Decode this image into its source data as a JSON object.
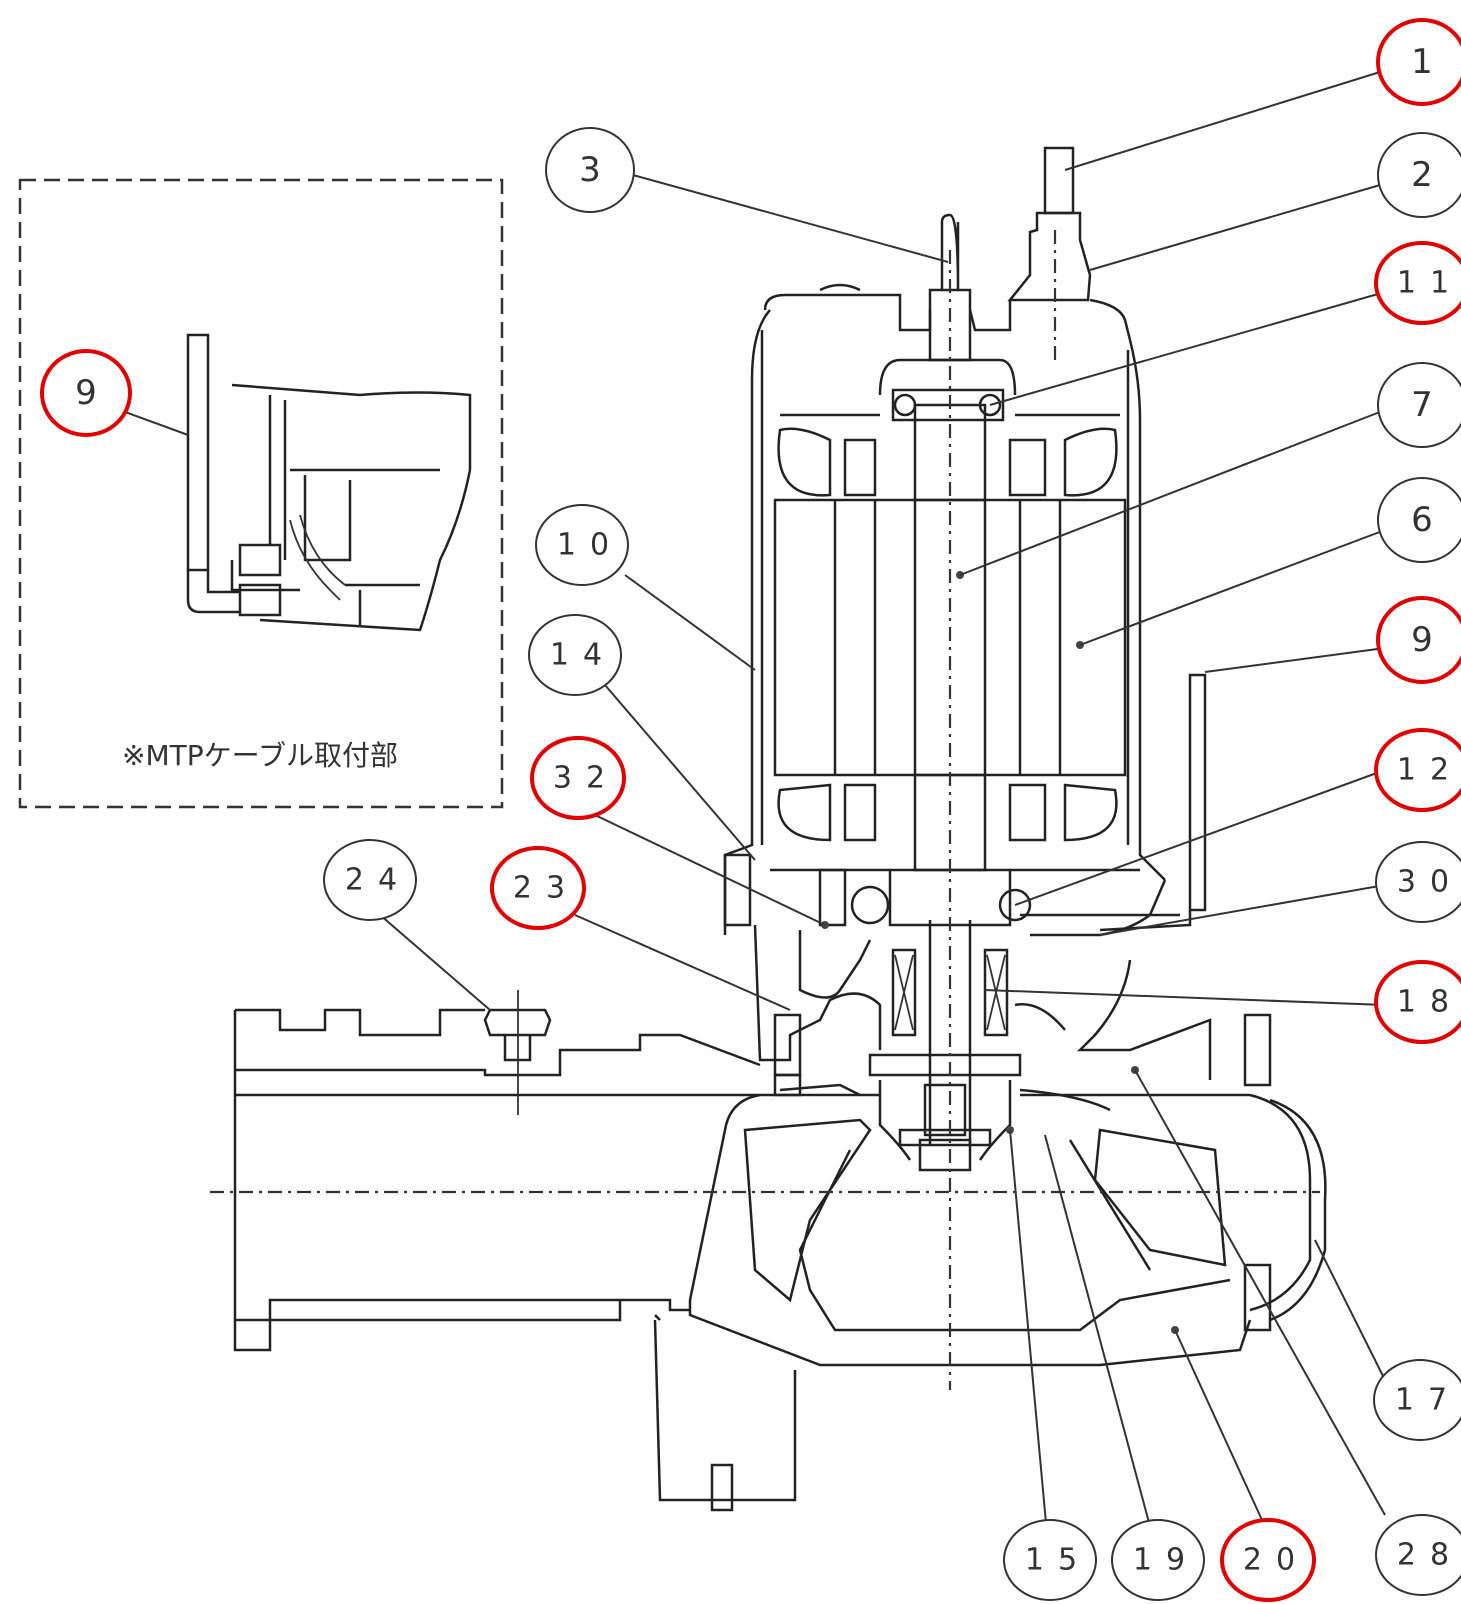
{
  "note_label": "※MTPケーブル取付部",
  "highlight_color": "#e00000",
  "callouts": [
    {
      "id": "c1",
      "label": "1",
      "highlighted": true
    },
    {
      "id": "c2",
      "label": "2",
      "highlighted": false
    },
    {
      "id": "c3",
      "label": "3",
      "highlighted": false
    },
    {
      "id": "c11",
      "label": "11",
      "highlighted": true
    },
    {
      "id": "c7",
      "label": "7",
      "highlighted": false
    },
    {
      "id": "c6",
      "label": "6",
      "highlighted": false
    },
    {
      "id": "c9r",
      "label": "9",
      "highlighted": true
    },
    {
      "id": "c12",
      "label": "12",
      "highlighted": true
    },
    {
      "id": "c30",
      "label": "30",
      "highlighted": false
    },
    {
      "id": "c18",
      "label": "18",
      "highlighted": true
    },
    {
      "id": "c10",
      "label": "10",
      "highlighted": false
    },
    {
      "id": "c14",
      "label": "14",
      "highlighted": false
    },
    {
      "id": "c32",
      "label": "32",
      "highlighted": true
    },
    {
      "id": "c24",
      "label": "24",
      "highlighted": false
    },
    {
      "id": "c23",
      "label": "23",
      "highlighted": true
    },
    {
      "id": "c9l",
      "label": "9",
      "highlighted": true
    },
    {
      "id": "c17",
      "label": "17",
      "highlighted": false
    },
    {
      "id": "c15",
      "label": "15",
      "highlighted": false
    },
    {
      "id": "c19",
      "label": "19",
      "highlighted": false
    },
    {
      "id": "c20",
      "label": "20",
      "highlighted": true
    },
    {
      "id": "c28",
      "label": "28",
      "highlighted": false
    }
  ]
}
